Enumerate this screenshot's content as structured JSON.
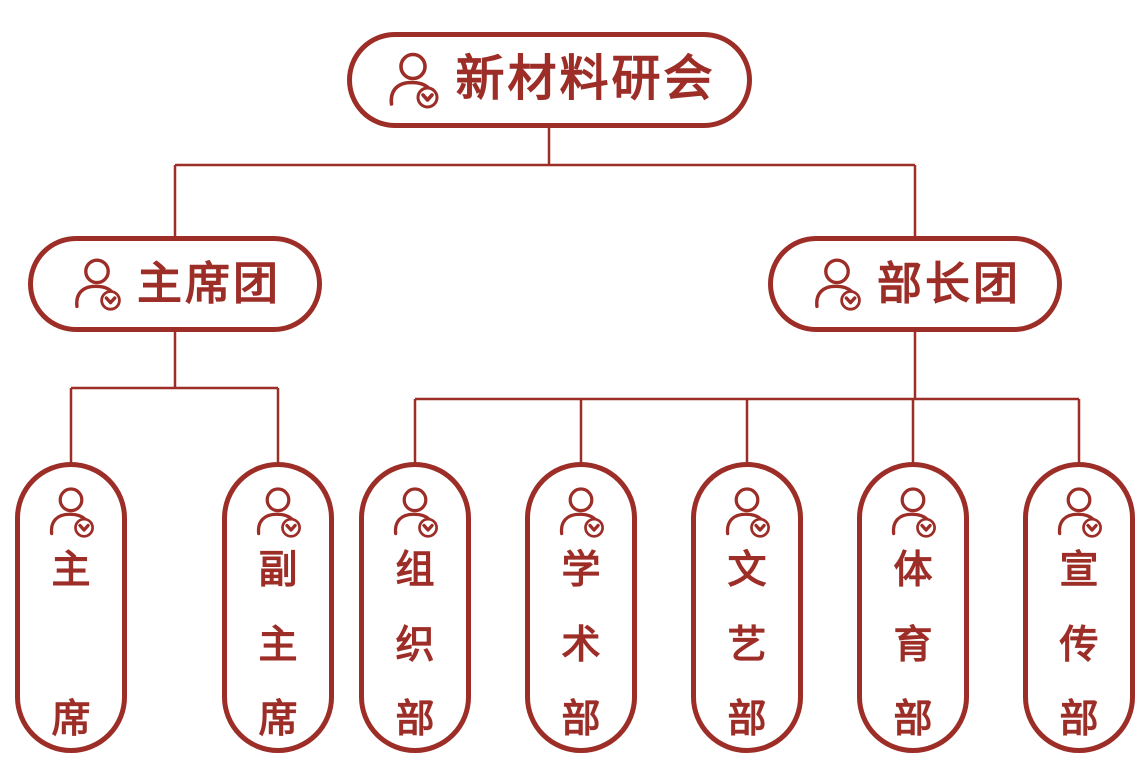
{
  "title": "student-organization-structure-chart",
  "colors": {
    "accent": "#9d2d27",
    "background": "#ffffff"
  },
  "icons": {
    "node_icon": "user-with-check-badge-icon"
  },
  "tree": {
    "label": "新材料研会",
    "children": [
      {
        "label": "主席团",
        "children": [
          {
            "label": "主席"
          },
          {
            "label": "副主席"
          }
        ]
      },
      {
        "label": "部长团",
        "children": [
          {
            "label": "组织部"
          },
          {
            "label": "学术部"
          },
          {
            "label": "文艺部"
          },
          {
            "label": "体育部"
          },
          {
            "label": "宣传部"
          }
        ]
      }
    ]
  }
}
